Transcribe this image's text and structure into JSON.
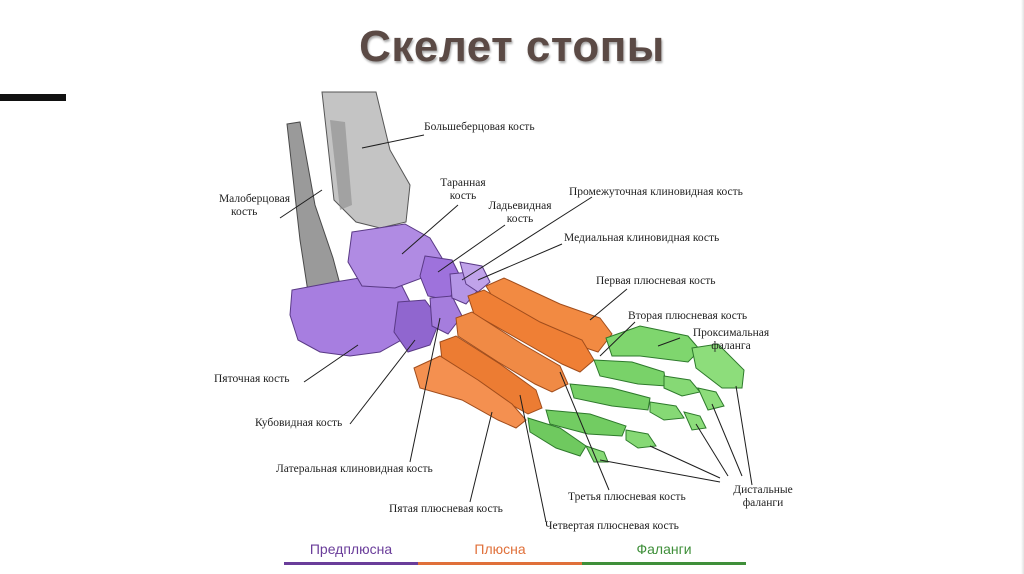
{
  "title": "Скелет стопы",
  "labels": {
    "tibia": "Большеберцовая кость",
    "fibula_line1": "Малоберцовая",
    "fibula_line2": "кость",
    "talus_line1": "Таранная",
    "talus_line2": "кость",
    "navicular_line1": "Ладьевидная",
    "navicular_line2": "кость",
    "intermediate_cuneiform": "Промежуточная клиновидная кость",
    "medial_cuneiform": "Медиальная клиновидная кость",
    "first_metatarsal": "Первая плюсневая кость",
    "second_metatarsal": "Вторая плюсневая кость",
    "proximal_phalanx_line1": "Проксимальная",
    "proximal_phalanx_line2": "фаланга",
    "calcaneus": "Пяточная кость",
    "cuboid": "Кубовидная кость",
    "lateral_cuneiform": "Латеральная клиновидная кость",
    "fifth_metatarsal": "Пятая плюсневая кость",
    "third_metatarsal": "Третья плюсневая кость",
    "fourth_metatarsal": "Четвертая плюсневая кость",
    "distal_phalanges_line1": "Дистальные",
    "distal_phalanges_line2": "фаланги"
  },
  "legend": [
    {
      "label": "Предплюсна",
      "color": "#6a3d9a"
    },
    {
      "label": "Плюсна",
      "color": "#e0703a"
    },
    {
      "label": "Фаланги",
      "color": "#3f8f3a"
    }
  ],
  "colors": {
    "tarsal": "#a77ee0",
    "metatarsal": "#f0853e",
    "phalanx": "#7fd66e",
    "leg_bone": "#9d9d9d",
    "title": "#5b4a45"
  }
}
